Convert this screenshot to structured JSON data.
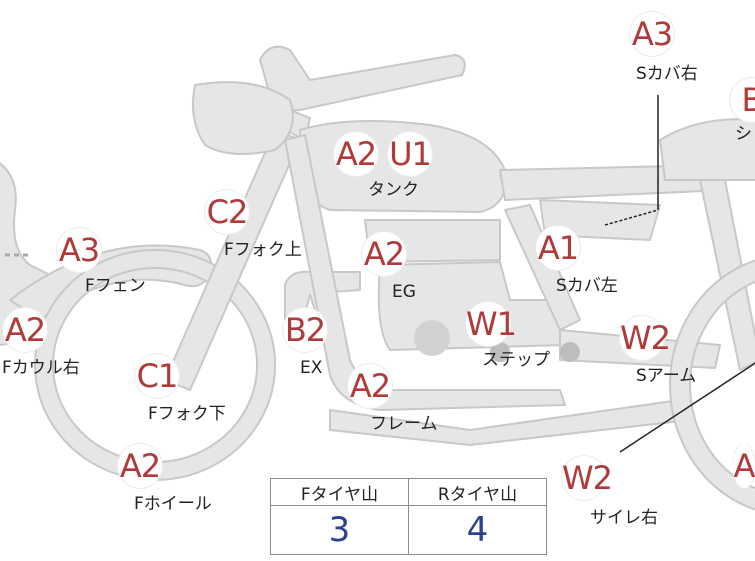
{
  "colors": {
    "body_fill": "#e6e6e6",
    "body_stroke": "#c8c8c8",
    "badge_text": "#b03a3a",
    "value_text": "#2f3f8f"
  },
  "badges": {
    "a3_top": "A3",
    "b_topright": "B",
    "tank_a2": "A2",
    "tank_u1": "U1",
    "fork_upper_c2": "C2",
    "fender_a3": "A3",
    "engine_a2": "A2",
    "scover_left_a1": "A1",
    "cowl_right_a2": "A2",
    "exhaust_b2": "B2",
    "step_w1": "W1",
    "sarm_w2": "W2",
    "fork_lower_c1": "C1",
    "frame_a2": "A2",
    "fwheel_a2": "A2",
    "silencer_w2": "W2",
    "right_edge_a": "A"
  },
  "labels": {
    "scover_right": "Sカバ右",
    "seat_partial": "シ",
    "tank": "タンク",
    "fork_upper": "Fフォク上",
    "fender": "Fフェン",
    "engine": "EG",
    "scover_left": "Sカバ左",
    "cowl_right": "Fカウル右",
    "exhaust": "EX",
    "step": "ステップ",
    "swingarm": "Sアーム",
    "fork_lower": "Fフォク下",
    "frame": "フレーム",
    "fwheel": "Fホイール",
    "silencer_right": "サイレ右"
  },
  "tire_table": {
    "front_header": "Fタイヤ山",
    "rear_header": "Rタイヤ山",
    "front_value": "3",
    "rear_value": "4"
  }
}
